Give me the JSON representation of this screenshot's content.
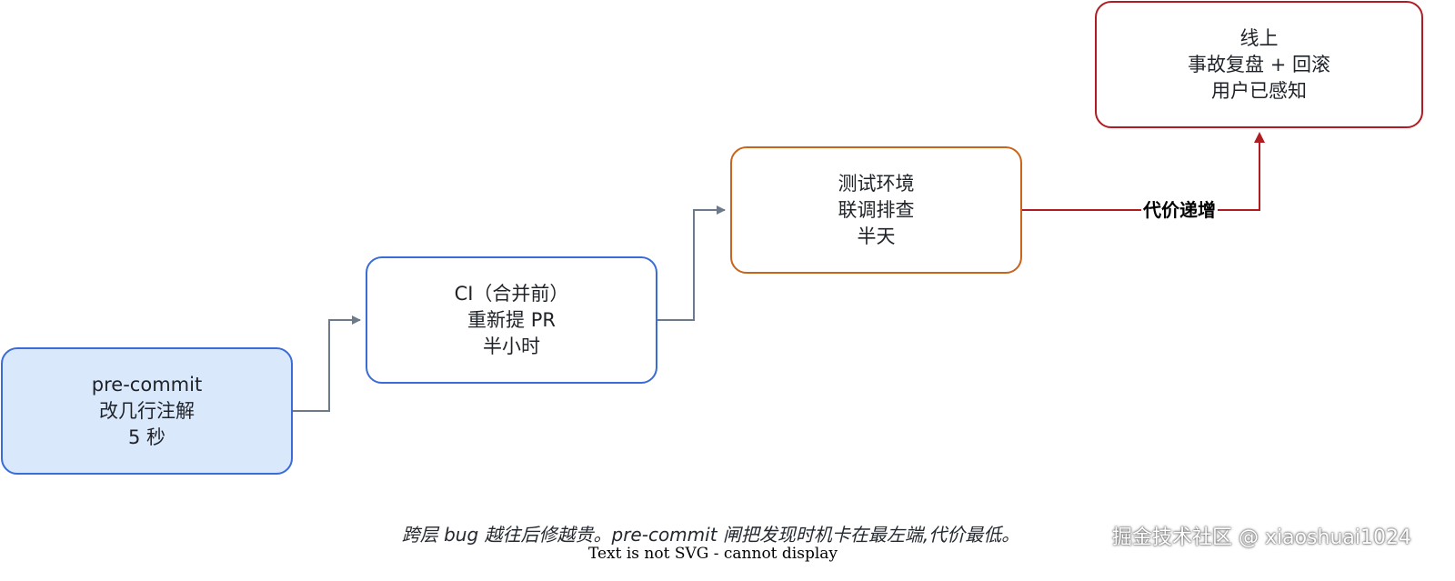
{
  "diagram": {
    "nodes": [
      {
        "lines": [
          "pre-commit",
          "改几行注解",
          "5 秒"
        ]
      },
      {
        "lines": [
          "CI（合并前）",
          "重新提 PR",
          "半小时"
        ]
      },
      {
        "lines": [
          "测试环境",
          "联调排查",
          "半天"
        ]
      },
      {
        "lines": [
          "线上",
          "事故复盘 + 回滚",
          "用户已感知"
        ]
      }
    ],
    "edge_label": "代价递增",
    "caption": "跨层 bug 越往后修越贵。pre-commit 闸把发现时机卡在最左端,代价最低。",
    "svg_fallback_text": "Text is not SVG - cannot display"
  },
  "colors": {
    "stage1_fill": "#dae8fc",
    "stage1_stroke": "#3a6bd6",
    "stage2_stroke": "#3a6bd6",
    "stage3_stroke": "#c8641c",
    "stage4_stroke": "#b01c22",
    "connector_gray": "#6c7a89",
    "connector_red": "#b01c22"
  },
  "watermark": "掘金技术社区 @ xiaoshuai1024"
}
